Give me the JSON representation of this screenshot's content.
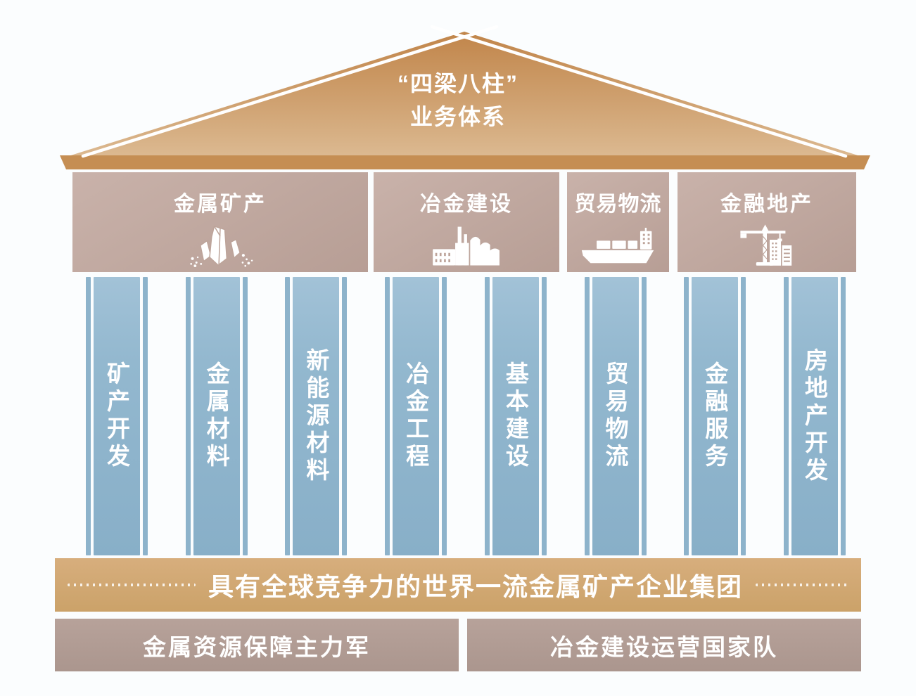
{
  "roof": {
    "title_line1": "“四梁八柱”",
    "title_line2": "业务体系"
  },
  "beams": [
    {
      "label": "金属矿产",
      "icon": "crystal-icon"
    },
    {
      "label": "冶金建设",
      "icon": "factory-icon"
    },
    {
      "label": "贸易物流",
      "icon": "ship-icon"
    },
    {
      "label": "金融地产",
      "icon": "crane-icon"
    }
  ],
  "pillars": [
    "矿产开发",
    "金属材料",
    "新能源材料",
    "冶金工程",
    "基本建设",
    "贸易物流",
    "金融服务",
    "房地产开发"
  ],
  "banner": {
    "label": "具有全球竞争力的世界一流金属矿产企业集团"
  },
  "foundation": [
    {
      "label": "金属资源保障主力军"
    },
    {
      "label": "冶金建设运营国家队"
    }
  ],
  "palette": {
    "roof-top": "#c1854a",
    "roof-bottom": "#dcba92",
    "eave": "#c58e53",
    "beam-start": "#c9b2aa",
    "beam-end": "#b79e95",
    "pillar-light": "#a2c2d7",
    "pillar-dark": "#88afc8",
    "pillar-strip": "#8db3cb",
    "banner-start": "#d7ae7d",
    "banner-end": "#cba269",
    "foundation-start": "#b7a29a",
    "foundation-end": "#ab968e",
    "text": "#ffffff",
    "page-bg": "#fbfdfe"
  }
}
